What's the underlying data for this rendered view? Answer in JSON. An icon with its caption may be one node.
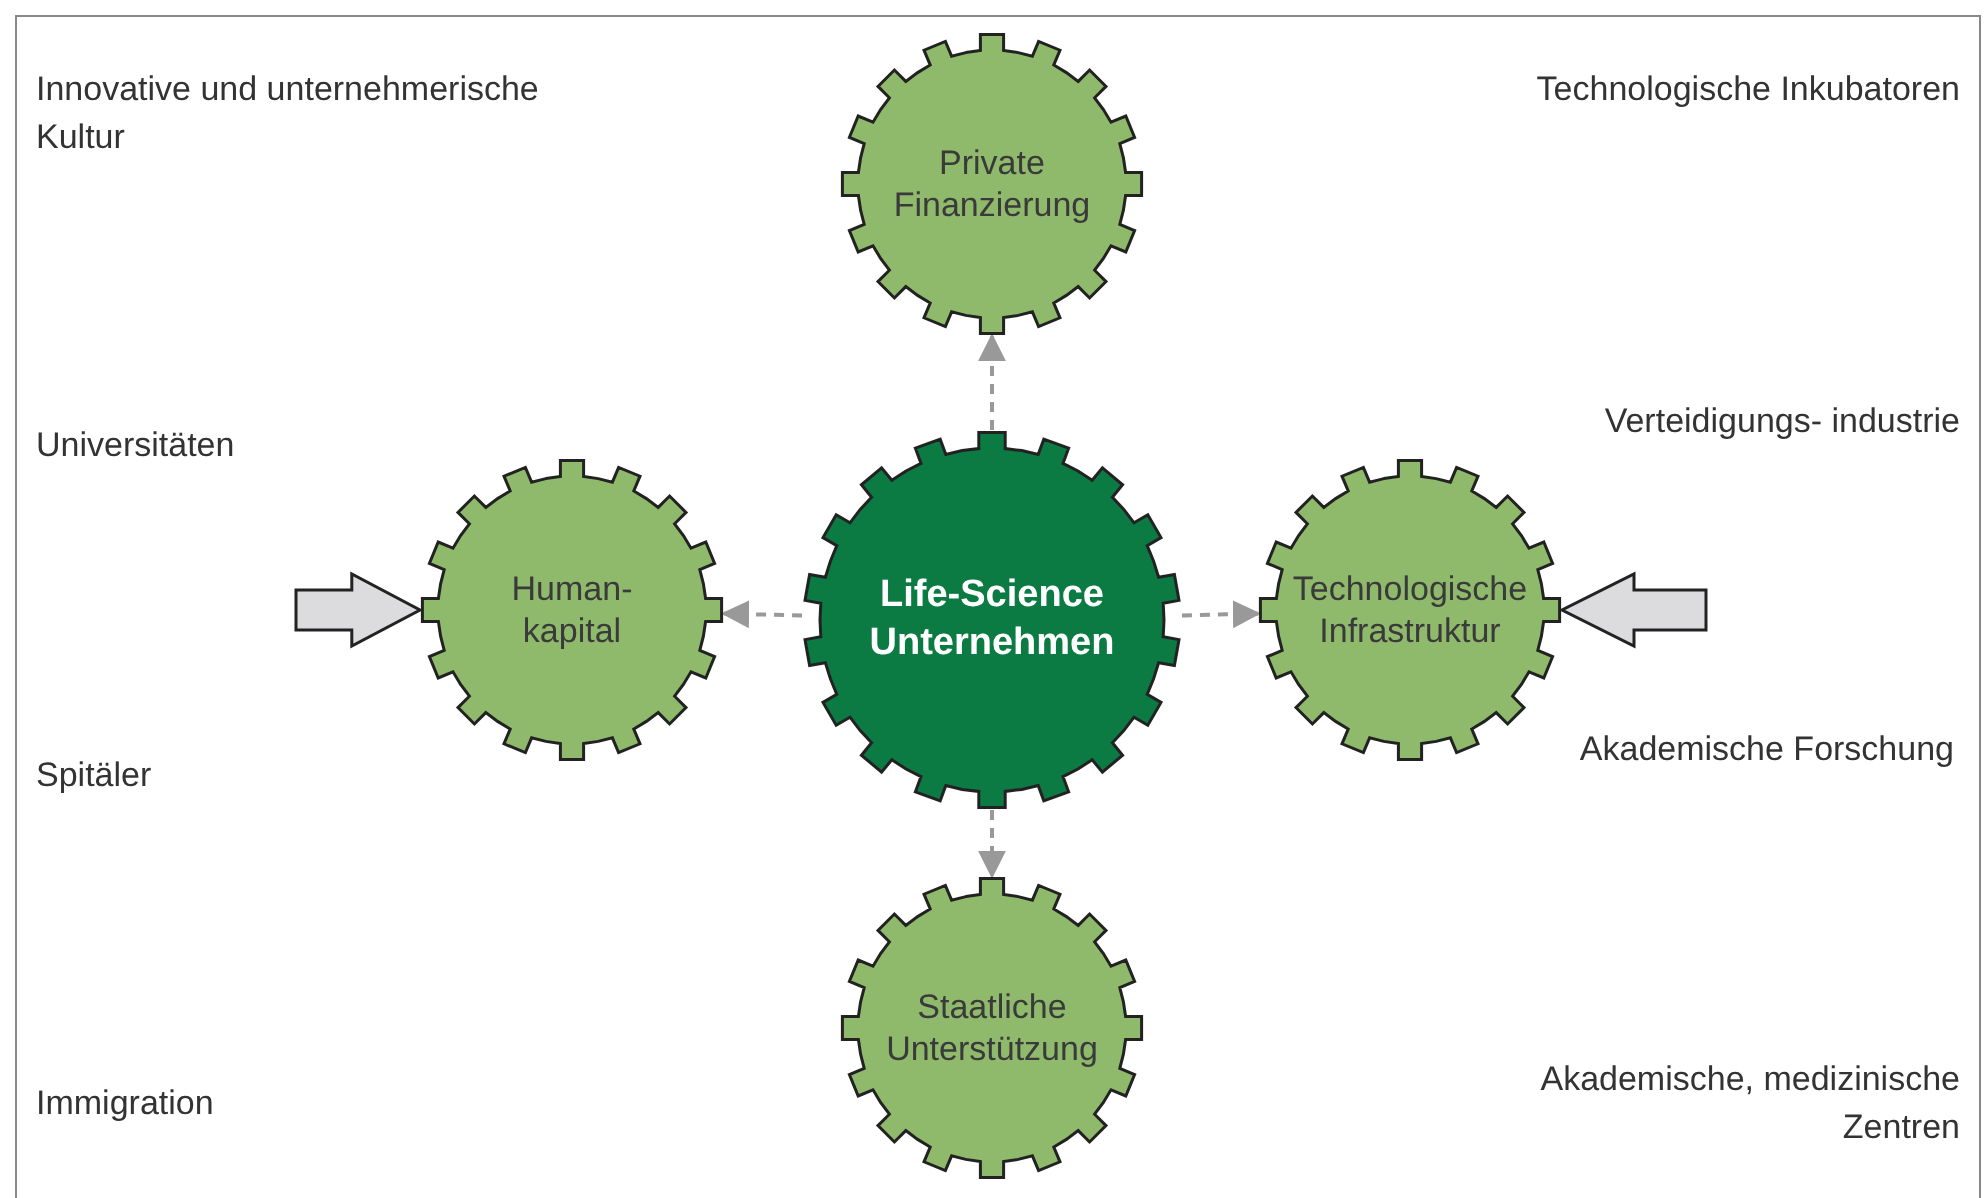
{
  "diagram": {
    "nodes": [
      {
        "text": [
          "Life-Science Unternehmen"
        ]
      },
      {
        "text": [
          "Private Finanzierung"
        ]
      },
      {
        "text": [
          "Human- kapital"
        ]
      },
      {
        "text": [
          "Technologische Infrastruktur"
        ]
      },
      {
        "text": [
          "Staatliche Unterstützung"
        ]
      }
    ],
    "edges": [
      {
        "from": 0,
        "to": 1,
        "arrow": "to",
        "style": "dashed"
      },
      {
        "from": 0,
        "to": 2,
        "arrow": "to",
        "style": "dashed"
      },
      {
        "from": 0,
        "to": 3,
        "arrow": "to",
        "style": "dashed"
      },
      {
        "from": 0,
        "to": 4,
        "arrow": "to",
        "style": "dashed"
      },
      {
        "from": null,
        "to": 2,
        "arrow": "to",
        "style": "thick"
      },
      {
        "from": null,
        "to": 3,
        "arrow": "to",
        "style": "thick"
      }
    ],
    "labels": [
      "Innovative und unternehmerische Kultur",
      "Technologische Inkubatoren",
      "Universitäten",
      "Verteidigungs- industrie",
      "Spitäler",
      "Akademische Forschung",
      "Immigration",
      "Akademische, medizinische Zentren"
    ]
  }
}
